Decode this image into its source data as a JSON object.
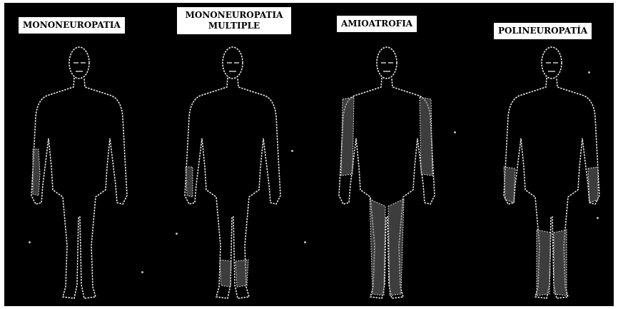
{
  "panels": [
    {
      "label": "MONONEUROPATIA"
    },
    {
      "label": "MONONEUROPATIA MULTIPLE"
    },
    {
      "label": "AMIOATROFIA"
    },
    {
      "label": "POLINEUROPATÍA"
    }
  ]
}
